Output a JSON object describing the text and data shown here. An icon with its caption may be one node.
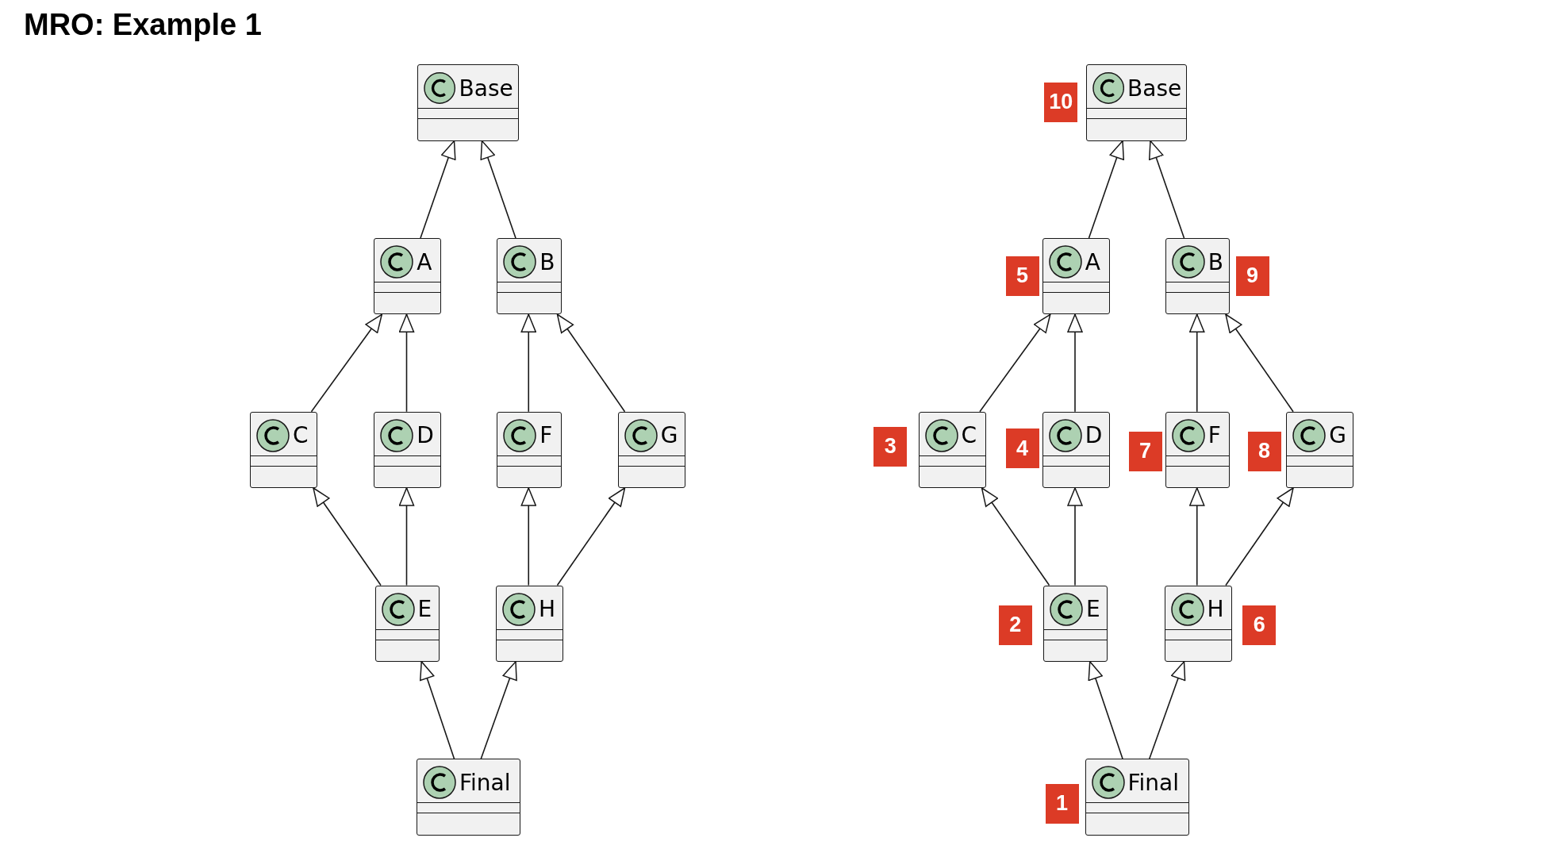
{
  "diagram": {
    "title": "MRO: Example 1",
    "nodes": [
      {
        "text": [
          "Base"
        ]
      },
      {
        "text": [
          "A"
        ]
      },
      {
        "text": [
          "B"
        ]
      },
      {
        "text": [
          "C"
        ]
      },
      {
        "text": [
          "D"
        ]
      },
      {
        "text": [
          "F"
        ]
      },
      {
        "text": [
          "G"
        ]
      },
      {
        "text": [
          "E"
        ]
      },
      {
        "text": [
          "H"
        ]
      },
      {
        "text": [
          "Final"
        ]
      },
      {
        "text": [
          "Base"
        ],
        "beside": [
          "10"
        ]
      },
      {
        "text": [
          "A"
        ],
        "beside": [
          "5"
        ]
      },
      {
        "text": [
          "B"
        ],
        "beside": [
          "9"
        ]
      },
      {
        "text": [
          "C"
        ],
        "beside": [
          "3"
        ]
      },
      {
        "text": [
          "D"
        ],
        "beside": [
          "4"
        ]
      },
      {
        "text": [
          "F"
        ],
        "beside": [
          "7"
        ]
      },
      {
        "text": [
          "G"
        ],
        "beside": [
          "8"
        ]
      },
      {
        "text": [
          "E"
        ],
        "beside": [
          "2"
        ]
      },
      {
        "text": [
          "H"
        ],
        "beside": [
          "6"
        ]
      },
      {
        "text": [
          "Final"
        ],
        "beside": [
          "1"
        ]
      }
    ],
    "edges": [
      {
        "from": 1,
        "to": 0,
        "arrow": "to"
      },
      {
        "from": 2,
        "to": 0,
        "arrow": "to"
      },
      {
        "from": 3,
        "to": 1,
        "arrow": "to"
      },
      {
        "from": 4,
        "to": 1,
        "arrow": "to"
      },
      {
        "from": 5,
        "to": 2,
        "arrow": "to"
      },
      {
        "from": 6,
        "to": 2,
        "arrow": "to"
      },
      {
        "from": 7,
        "to": 3,
        "arrow": "to"
      },
      {
        "from": 7,
        "to": 4,
        "arrow": "to"
      },
      {
        "from": 8,
        "to": 5,
        "arrow": "to"
      },
      {
        "from": 8,
        "to": 6,
        "arrow": "to"
      },
      {
        "from": 9,
        "to": 7,
        "arrow": "to"
      },
      {
        "from": 9,
        "to": 8,
        "arrow": "to"
      },
      {
        "from": 11,
        "to": 10,
        "arrow": "to"
      },
      {
        "from": 12,
        "to": 10,
        "arrow": "to"
      },
      {
        "from": 13,
        "to": 11,
        "arrow": "to"
      },
      {
        "from": 14,
        "to": 11,
        "arrow": "to"
      },
      {
        "from": 15,
        "to": 12,
        "arrow": "to"
      },
      {
        "from": 16,
        "to": 12,
        "arrow": "to"
      },
      {
        "from": 17,
        "to": 13,
        "arrow": "to"
      },
      {
        "from": 17,
        "to": 14,
        "arrow": "to"
      },
      {
        "from": 18,
        "to": 15,
        "arrow": "to"
      },
      {
        "from": 18,
        "to": 16,
        "arrow": "to"
      },
      {
        "from": 19,
        "to": 17,
        "arrow": "to"
      },
      {
        "from": 19,
        "to": 18,
        "arrow": "to"
      }
    ]
  }
}
